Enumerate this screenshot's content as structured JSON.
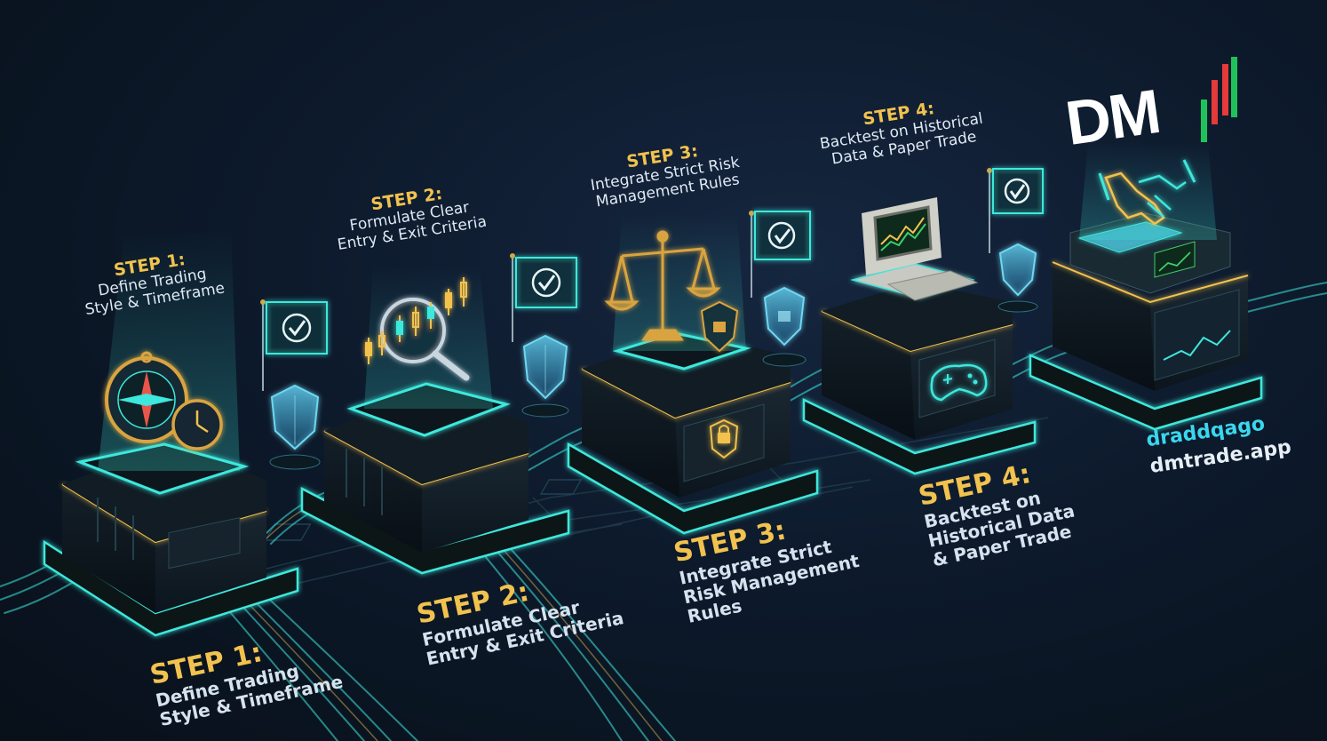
{
  "steps": [
    {
      "step": "STEP 1:",
      "line1": "Define Trading",
      "line2": "Style & Timeframe"
    },
    {
      "step": "STEP 2:",
      "line1": "Formulate Clear",
      "line2": "Entry & Exit Criteria"
    },
    {
      "step": "STEP 3:",
      "line1": "Integrate Strict Risk",
      "line2": "Management Rules"
    },
    {
      "step": "STEP 4:",
      "line1": "Backtest on Historical",
      "line2": "Data & Paper Trade"
    }
  ],
  "bottom_steps": [
    {
      "step": "STEP 1:",
      "lines": [
        "Define Trading",
        "Style & Timeframe"
      ]
    },
    {
      "step": "STEP 2:",
      "lines": [
        "Formulate Clear",
        "Entry & Exit Criteria"
      ]
    },
    {
      "step": "STEP 3:",
      "lines": [
        "Integrate Strict",
        "Risk Management",
        "Rules"
      ]
    },
    {
      "step": "STEP 4:",
      "lines": [
        "Backtest on",
        "Historical Data",
        "& Paper Trade"
      ]
    }
  ],
  "brand": {
    "logo": "DM",
    "line1": "draddqago",
    "line2": "dmtrade.app"
  },
  "colors": {
    "accent_cyan": "#3ee8dc",
    "accent_gold": "#f2c24e",
    "background": "#0d1a2c",
    "logo_green": "#1fc25a",
    "logo_red": "#e43a3a"
  },
  "icons": [
    "compass-clock-icon",
    "magnifier-candlestick-icon",
    "balance-scale-icon",
    "retro-computer-icon",
    "handshake-icon",
    "shield-icon",
    "lock-icon",
    "checkmark-flag-icon",
    "gamepad-icon",
    "circuit-trace"
  ]
}
